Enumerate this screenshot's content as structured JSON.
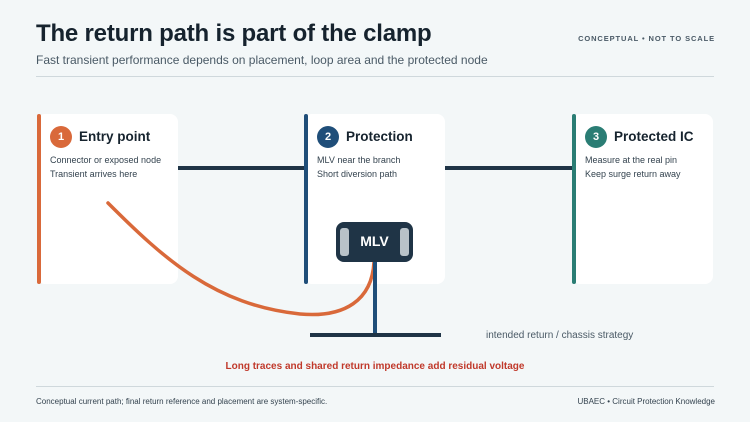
{
  "header": {
    "title": "The return path is part of the clamp",
    "subtitle": "Fast transient performance depends on placement, loop area and the protected node",
    "tag": "CONCEPTUAL • NOT TO SCALE"
  },
  "stages": [
    {
      "number": "1",
      "title": "Entry point",
      "lines": [
        "Connector or exposed node",
        "Transient arrives here"
      ],
      "color": "#d9693a"
    },
    {
      "number": "2",
      "title": "Protection",
      "lines": [
        "MLV near the branch",
        "Short diversion path"
      ],
      "color": "#1f4e79"
    },
    {
      "number": "3",
      "title": "Protected IC",
      "lines": [
        "Measure at the real pin",
        "Keep surge return away"
      ],
      "color": "#2a7d74"
    }
  ],
  "component": {
    "label": "MLV"
  },
  "ground": {
    "label": "intended return / chassis strategy"
  },
  "warning": "Long traces and shared return impedance add residual voltage",
  "footer": {
    "left": "Conceptual current path; final return reference and placement are system-specific.",
    "right": "UBAEC • Circuit Protection Knowledge"
  },
  "colors": {
    "surge_path": "#d9693a",
    "wire": "#1f3446",
    "warning": "#c0392b"
  }
}
